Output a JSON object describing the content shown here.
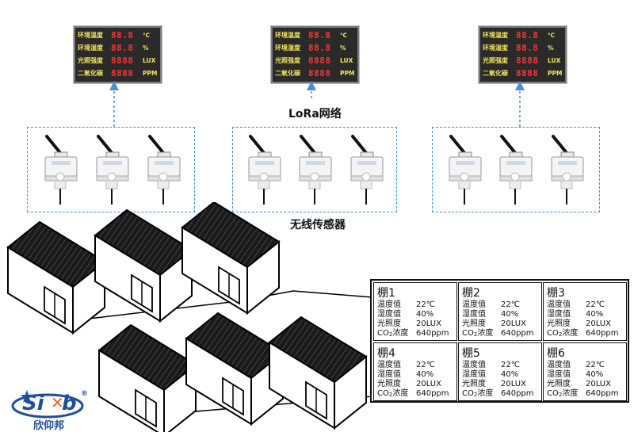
{
  "boards": [
    {
      "rows": [
        {
          "label": "环境温度",
          "digits": "88.8",
          "unit": "℃"
        },
        {
          "label": "环境湿度",
          "digits": "88.8",
          "unit": "%"
        },
        {
          "label": "光照强度",
          "digits": "8888",
          "unit": "LUX"
        },
        {
          "label": "二氧化碳",
          "digits": "8888",
          "unit": "PPM"
        }
      ]
    },
    {
      "rows": [
        {
          "label": "环境温度",
          "digits": "88.8",
          "unit": "℃"
        },
        {
          "label": "环境湿度",
          "digits": "88.8",
          "unit": "%"
        },
        {
          "label": "光照强度",
          "digits": "8888",
          "unit": "LUX"
        },
        {
          "label": "二氧化碳",
          "digits": "8888",
          "unit": "PPM"
        }
      ]
    },
    {
      "rows": [
        {
          "label": "环境温度",
          "digits": "88.8",
          "unit": "℃"
        },
        {
          "label": "环境湿度",
          "digits": "88.8",
          "unit": "%"
        },
        {
          "label": "光照强度",
          "digits": "8888",
          "unit": "LUX"
        },
        {
          "label": "二氧化碳",
          "digits": "8888",
          "unit": "PPM"
        }
      ]
    }
  ],
  "network_label": "LoRa网络",
  "sensors_label": "无线传感器",
  "readings": {
    "labels": {
      "temperature": "温度值",
      "humidity": "湿度值",
      "light": "光照度",
      "co2_prefix": "CO",
      "co2_sub": "2",
      "co2_suffix": "浓度"
    },
    "greenhouses": [
      {
        "title": "棚1",
        "temperature": "22℃",
        "humidity": "40%",
        "light": "20LUX",
        "co2": "640ppm"
      },
      {
        "title": "棚2",
        "temperature": "22℃",
        "humidity": "40%",
        "light": "20LUX",
        "co2": "640ppm"
      },
      {
        "title": "棚3",
        "temperature": "22℃",
        "humidity": "40%",
        "light": "20LUX",
        "co2": "640ppm"
      },
      {
        "title": "棚4",
        "temperature": "22℃",
        "humidity": "40%",
        "light": "20LUX",
        "co2": "640ppm"
      },
      {
        "title": "棚5",
        "temperature": "22℃",
        "humidity": "40%",
        "light": "20LUX",
        "co2": "640ppm"
      },
      {
        "title": "棚6",
        "temperature": "22℃",
        "humidity": "40%",
        "light": "20LUX",
        "co2": "640ppm"
      }
    ]
  },
  "logo": {
    "mark": "Si",
    "mark_b": "b",
    "name": "欣仰邦",
    "registered": "®"
  },
  "colors": {
    "dashed_border": "#4a8fd6",
    "led_digits": "#ff3232",
    "led_labels": "#f2e65a",
    "board_bg": "#2a2a2a"
  }
}
